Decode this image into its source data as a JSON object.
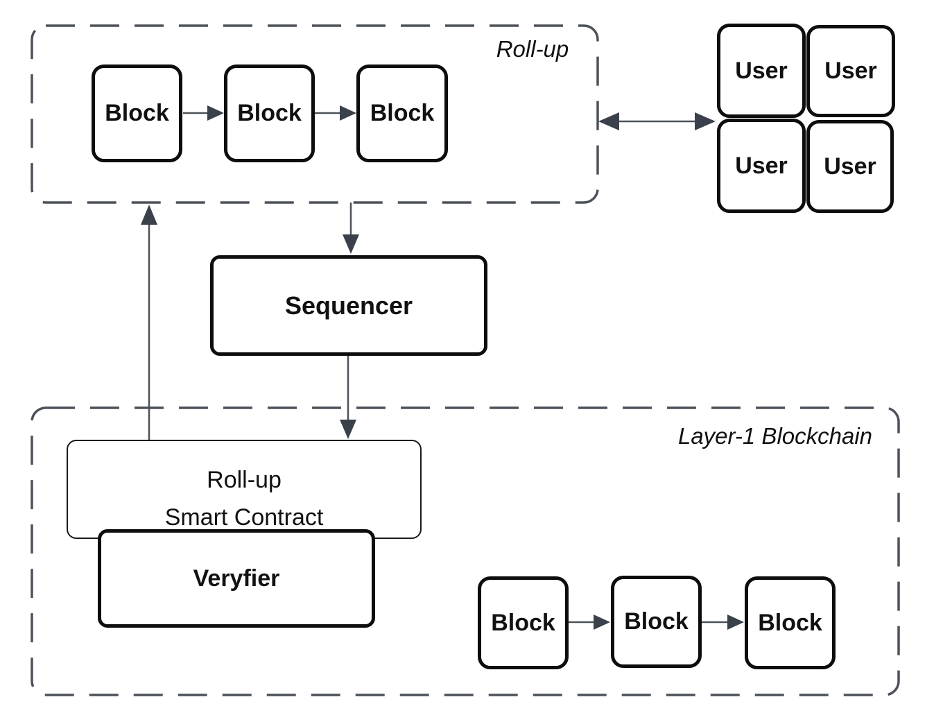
{
  "containers": {
    "rollup": {
      "label": "Roll-up"
    },
    "layer1": {
      "label": "Layer-1 Blockchain"
    }
  },
  "nodes": {
    "rollup_blocks": [
      "Block",
      "Block",
      "Block"
    ],
    "users": [
      "User",
      "User",
      "User",
      "User"
    ],
    "sequencer": {
      "label": "Sequencer"
    },
    "smart_contract": {
      "line1": "Roll-up",
      "line2": "Smart Contract"
    },
    "verifier": {
      "label": "Veryfier"
    },
    "layer1_blocks": [
      "Block",
      "Block",
      "Block"
    ]
  },
  "colors": {
    "bg": "#ffffff",
    "box_border": "#0d0d0d",
    "line_color": "#4d525a",
    "arrowhead_color": "#3a414b",
    "text_color": "#111111"
  }
}
